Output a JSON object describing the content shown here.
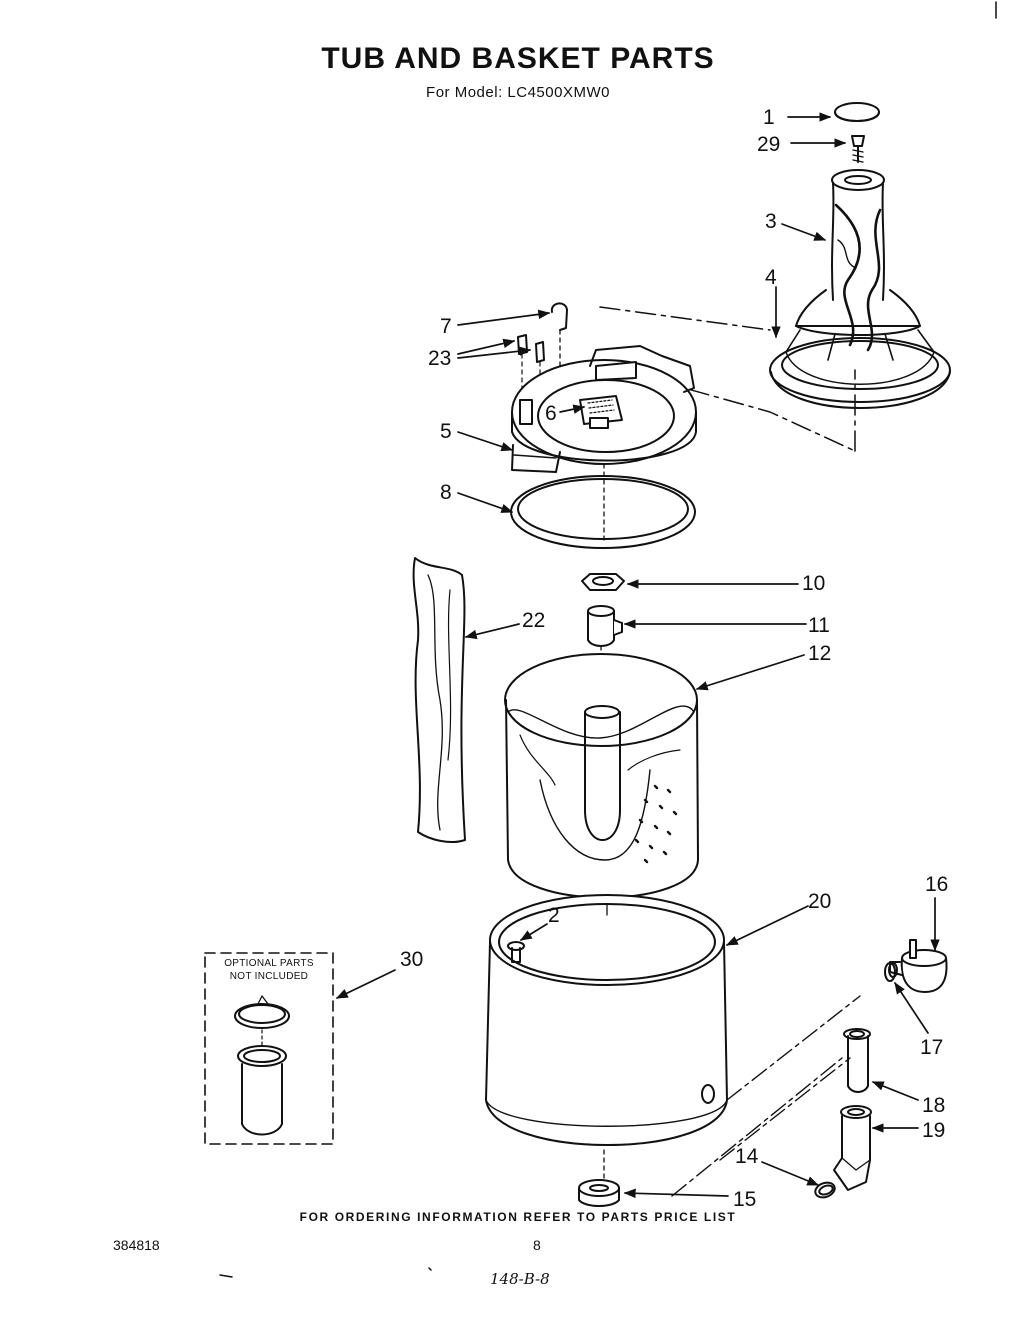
{
  "header": {
    "title": "TUB AND BASKET PARTS",
    "subtitle": "For Model: LC4500XMW0"
  },
  "callouts": [
    {
      "id": "1",
      "part": "agitator-cap"
    },
    {
      "id": "29",
      "part": "agitator-bolt"
    },
    {
      "id": "3",
      "part": "agitator-barrel"
    },
    {
      "id": "4",
      "part": "agitator-base"
    },
    {
      "id": "7",
      "part": "tub-ring-clip"
    },
    {
      "id": "23",
      "part": "spring-clips"
    },
    {
      "id": "6",
      "part": "filter-pad"
    },
    {
      "id": "5",
      "part": "tub-ring"
    },
    {
      "id": "8",
      "part": "tub-ring-seal"
    },
    {
      "id": "10",
      "part": "spanner-nut"
    },
    {
      "id": "11",
      "part": "basket-hub"
    },
    {
      "id": "12",
      "part": "wash-basket"
    },
    {
      "id": "22",
      "part": "basket-liner"
    },
    {
      "id": "2",
      "part": "tub-fitting"
    },
    {
      "id": "20",
      "part": "outer-tub"
    },
    {
      "id": "16",
      "part": "pump"
    },
    {
      "id": "17",
      "part": "hose-clamp"
    },
    {
      "id": "18",
      "part": "drain-hose"
    },
    {
      "id": "19",
      "part": "hose-fitting"
    },
    {
      "id": "14",
      "part": "clamp"
    },
    {
      "id": "15",
      "part": "tub-seal"
    },
    {
      "id": "30",
      "part": "optional-filter"
    }
  ],
  "optional_box": {
    "line1": "OPTIONAL PARTS",
    "line2": "NOT INCLUDED"
  },
  "footer": {
    "ordering_note": "FOR ORDERING INFORMATION REFER TO PARTS PRICE LIST",
    "document_number": "384818",
    "page_number": "8",
    "handwritten_note": "148-B-8"
  }
}
